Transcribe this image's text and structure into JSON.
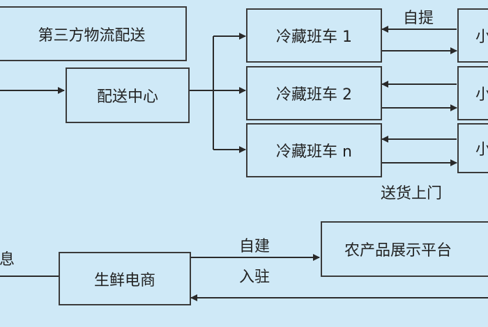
{
  "boxes": {
    "third_party": "第三方物流配送",
    "center": "配送中心",
    "truck1": "冷藏班车 1",
    "truck2": "冷藏班车 2",
    "truckn": "冷藏班车 n",
    "stores": [
      "小",
      "小",
      "小"
    ],
    "ecommerce": "生鲜电商",
    "platform": "农产品展示平台"
  },
  "labels": {
    "self_pickup": "自提",
    "home_delivery": "送货上门",
    "info": "信息",
    "self_build": "自建",
    "settle_in": "入驻"
  },
  "colors": {
    "background": "#cfe9f7",
    "line": "#2a2a2a"
  }
}
